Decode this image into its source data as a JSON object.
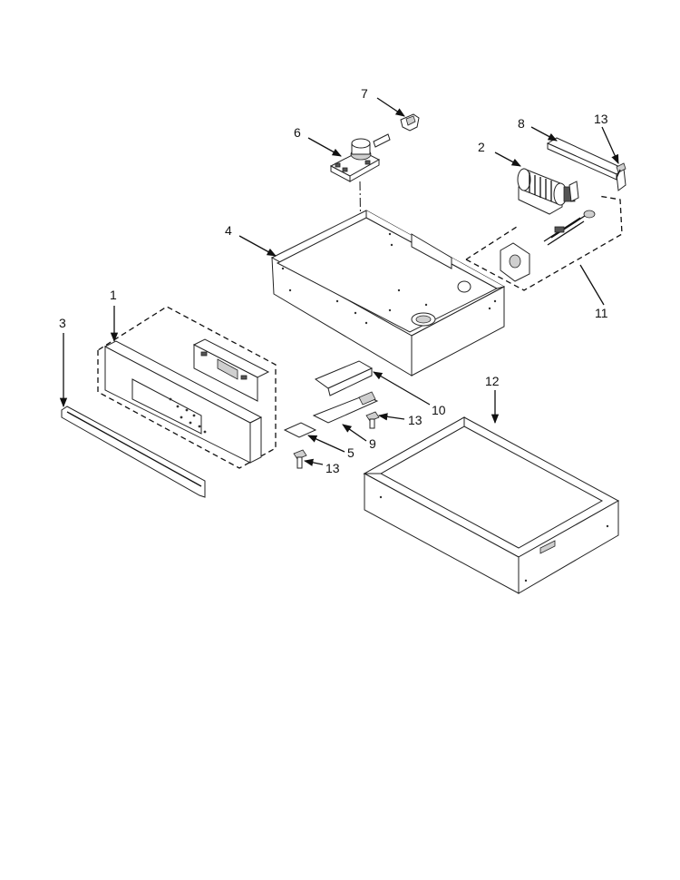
{
  "diagram": {
    "callouts": {
      "c1": "1",
      "c2": "2",
      "c3": "3",
      "c4": "4",
      "c5": "5",
      "c6": "6",
      "c7": "7",
      "c8": "8",
      "c9": "9",
      "c10": "10",
      "c11": "11",
      "c12": "12",
      "c13a": "13",
      "c13b": "13",
      "c13c": "13"
    },
    "colors": {
      "line": "#222222",
      "background": "#ffffff"
    }
  }
}
